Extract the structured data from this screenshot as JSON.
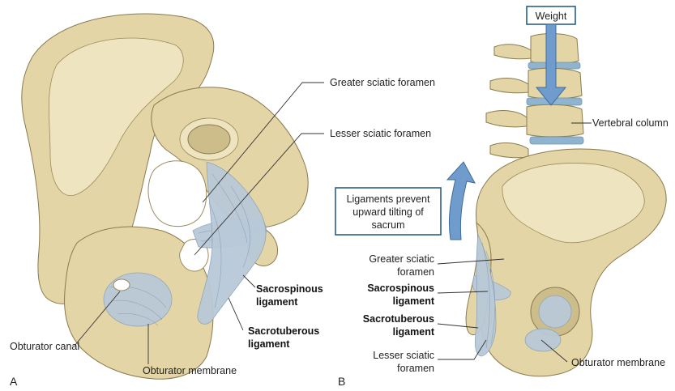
{
  "panel_a": {
    "letter": "A",
    "labels": {
      "greater_sciatic": "Greater sciatic foramen",
      "lesser_sciatic": "Lesser sciatic foramen",
      "sacrospinous_1": "Sacrospinous",
      "sacrospinous_2": "ligament",
      "sacrotuberous_1": "Sacrotuberous",
      "sacrotuberous_2": "ligament",
      "obturator_canal": "Obturator canal",
      "obturator_membrane": "Obturator membrane"
    }
  },
  "panel_b": {
    "letter": "B",
    "weight_box": "Weight",
    "prevent_box": [
      "Ligaments prevent",
      "upward tilting of",
      "sacrum"
    ],
    "labels": {
      "vertebral_column": "Vertebral column",
      "greater_sciatic_1": "Greater sciatic",
      "greater_sciatic_2": "foramen",
      "sacrospinous_1": "Sacrospinous",
      "sacrospinous_2": "ligament",
      "sacrotuberous_1": "Sacrotuberous",
      "sacrotuberous_2": "ligament",
      "lesser_sciatic_1": "Lesser sciatic",
      "lesser_sciatic_2": "foramen",
      "obturator_membrane": "Obturator membrane"
    }
  },
  "colors": {
    "bone": "#e3d5a6",
    "ligament": "#b9c9d8",
    "arrow": "#6f9ccc",
    "box_border": "#2b5f86"
  }
}
